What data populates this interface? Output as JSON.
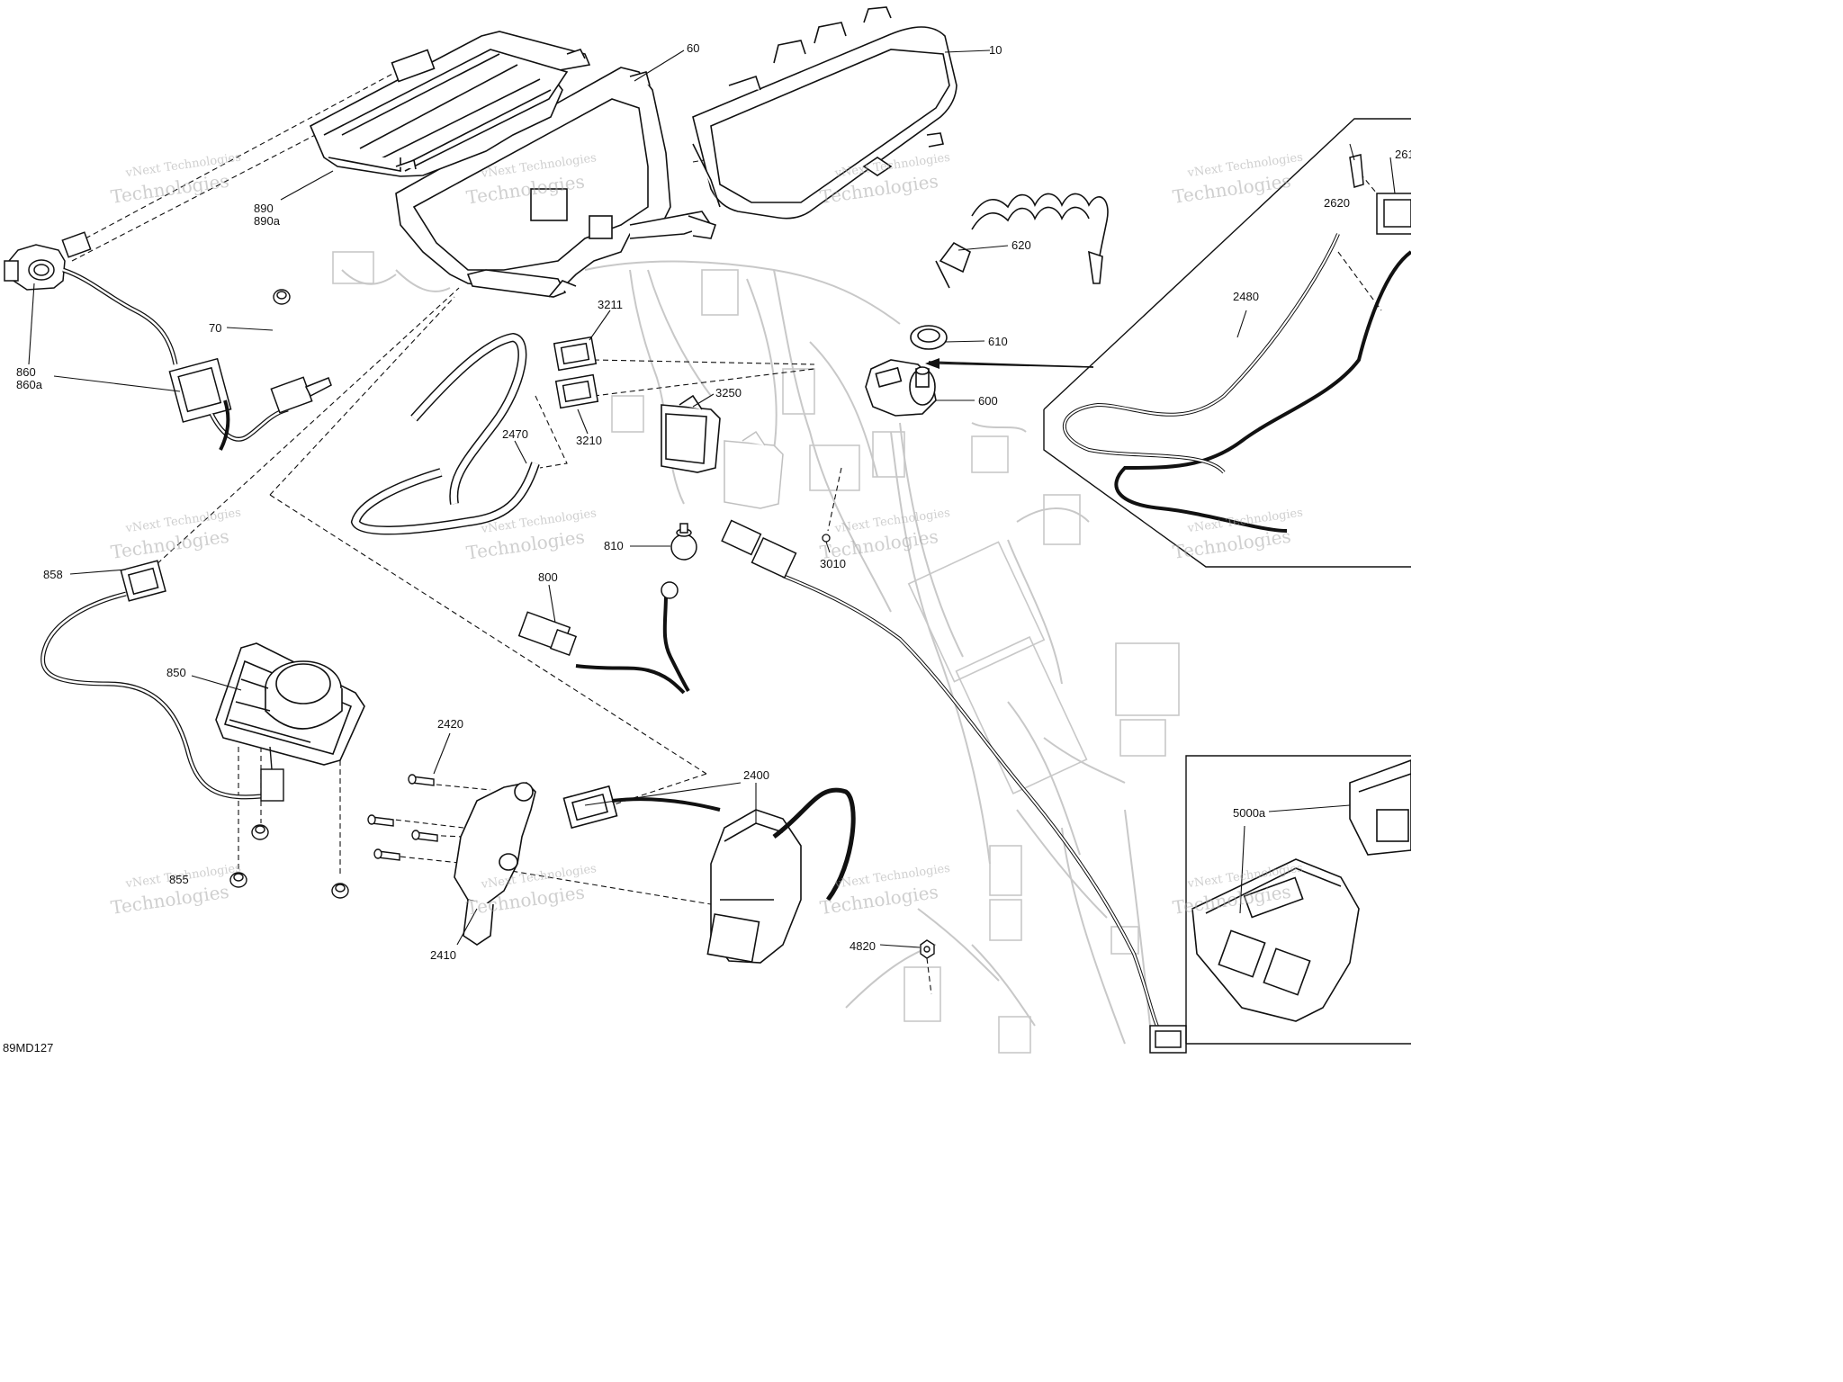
{
  "diagram": {
    "reference": "89MD127",
    "watermark": {
      "line1": "vNext Technologies",
      "line2": "Technologies"
    },
    "callouts": [
      {
        "id": "c10",
        "label": "10"
      },
      {
        "id": "c60",
        "label": "60"
      },
      {
        "id": "c70",
        "label": "70"
      },
      {
        "id": "c890",
        "label": "890"
      },
      {
        "id": "c890a",
        "label": "890a"
      },
      {
        "id": "c860",
        "label": "860"
      },
      {
        "id": "c860a",
        "label": "860a"
      },
      {
        "id": "c858",
        "label": "858"
      },
      {
        "id": "c850",
        "label": "850"
      },
      {
        "id": "c855",
        "label": "855"
      },
      {
        "id": "c2420",
        "label": "2420"
      },
      {
        "id": "c2410",
        "label": "2410"
      },
      {
        "id": "c2400",
        "label": "2400"
      },
      {
        "id": "c2470",
        "label": "2470"
      },
      {
        "id": "c3211",
        "label": "3211"
      },
      {
        "id": "c3210",
        "label": "3210"
      },
      {
        "id": "c3250",
        "label": "3250"
      },
      {
        "id": "c810",
        "label": "810"
      },
      {
        "id": "c800",
        "label": "800"
      },
      {
        "id": "c620",
        "label": "620"
      },
      {
        "id": "c610",
        "label": "610"
      },
      {
        "id": "c600",
        "label": "600"
      },
      {
        "id": "c3010",
        "label": "3010"
      },
      {
        "id": "c4820",
        "label": "4820"
      },
      {
        "id": "c2620",
        "label": "2620"
      },
      {
        "id": "c2610",
        "label": "261"
      },
      {
        "id": "c2480",
        "label": "2480"
      },
      {
        "id": "c5000a",
        "label": "5000a"
      }
    ]
  }
}
